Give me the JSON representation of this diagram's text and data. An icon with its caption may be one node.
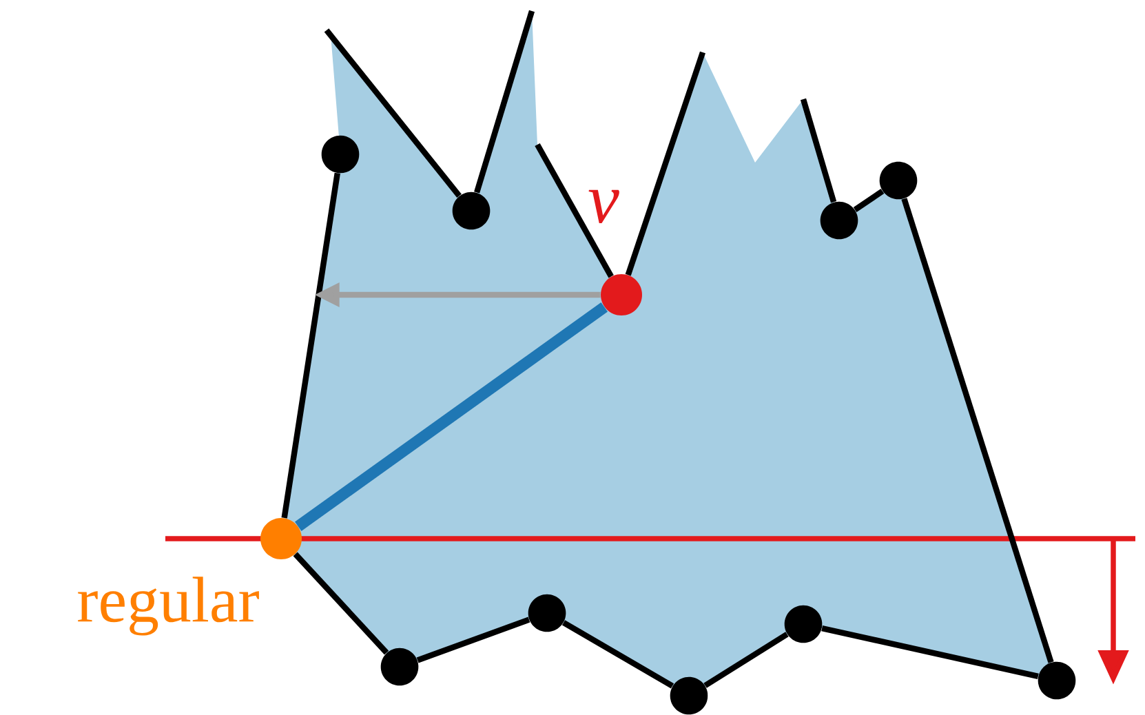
{
  "diagram": {
    "nodes": [
      {
        "text": [],
        "shape": "circle"
      },
      {
        "text": [],
        "shape": "circle"
      },
      {
        "text": [],
        "shape": "circle"
      },
      {
        "text": [],
        "shape": "circle"
      },
      {
        "text": [],
        "shape": "circle",
        "beside": [
          "v"
        ]
      },
      {
        "text": [],
        "shape": "circle",
        "beside": [
          "regular"
        ]
      },
      {
        "text": [],
        "shape": "circle"
      },
      {
        "text": [],
        "shape": "circle"
      },
      {
        "text": [],
        "shape": "circle"
      },
      {
        "text": [],
        "shape": "circle"
      },
      {
        "text": [],
        "shape": "circle"
      }
    ],
    "edges": [
      {
        "from": null,
        "to": 2,
        "arrow": "none"
      },
      {
        "from": 2,
        "to": null,
        "arrow": "none"
      },
      {
        "from": null,
        "to": 4,
        "arrow": "none"
      },
      {
        "from": 4,
        "to": null,
        "arrow": "none"
      },
      {
        "from": null,
        "to": 3,
        "arrow": "none"
      },
      {
        "from": 3,
        "to": 1,
        "arrow": "none"
      },
      {
        "from": 1,
        "to": 9,
        "arrow": "none"
      },
      {
        "from": 9,
        "to": 7,
        "arrow": "none"
      },
      {
        "from": 7,
        "to": 10,
        "arrow": "none"
      },
      {
        "from": 10,
        "to": 6,
        "arrow": "none"
      },
      {
        "from": 6,
        "to": 8,
        "arrow": "none"
      },
      {
        "from": 8,
        "to": 5,
        "arrow": "none"
      },
      {
        "from": 5,
        "to": 0,
        "arrow": "none"
      },
      {
        "from": 5,
        "to": 4,
        "arrow": "none",
        "style": "thick",
        "color": "#1f77b4"
      },
      {
        "from": 4,
        "to": null,
        "arrow": "to",
        "color": "#a0a0a0"
      }
    ]
  }
}
